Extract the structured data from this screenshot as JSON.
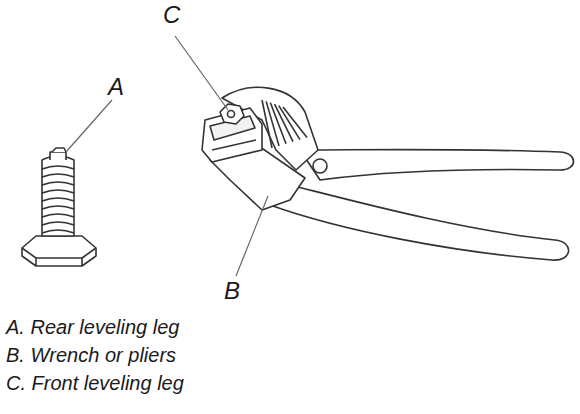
{
  "diagram": {
    "labels": [
      "A",
      "C",
      "B",
      "A. Rear leveling leg",
      "B. Wrench or pliers",
      "C. Front leveling leg"
    ]
  }
}
